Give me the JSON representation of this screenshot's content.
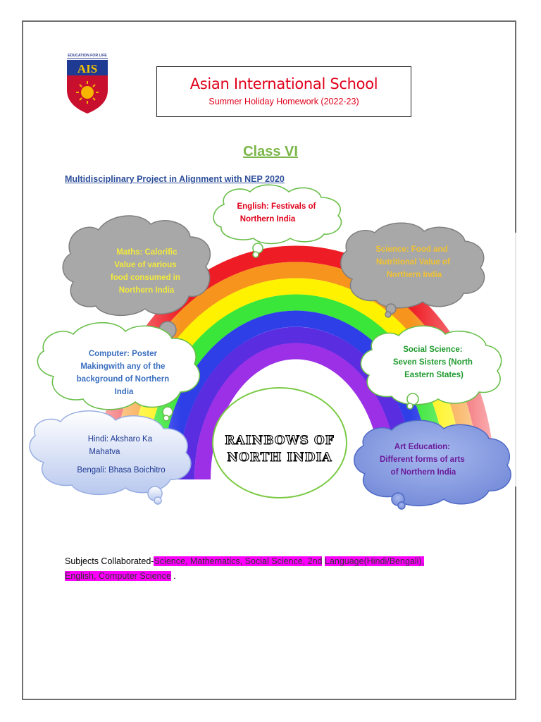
{
  "header": {
    "logo_tagline": "EDUCATION FOR LIFE",
    "logo_letters": "AIS",
    "school_name": "Asian International School",
    "subtitle": "Summer Holiday Homework (2022-23)"
  },
  "class_title": "Class VI",
  "project_title": "Multidisciplinary Project in Alignment with NEP 2020",
  "center_title": [
    "RAINBOWS OF",
    "NORTH INDIA"
  ],
  "bubbles": {
    "english": [
      "English: Festivals of",
      "Northern India"
    ],
    "maths": [
      "Maths: Calorific",
      "Value of various",
      "food consumed in",
      "Northern India"
    ],
    "science": [
      "Science: Food and",
      "Nutritional Value of",
      "Northern India"
    ],
    "computer": [
      "Computer: Poster",
      "Makingwith any of the",
      "background of Northern",
      "India"
    ],
    "social_science": [
      "Social Science:",
      "Seven Sisters (North",
      "Eastern States)"
    ],
    "hindi_bengali": [
      "Hindi: Aksharo Ka",
      "Mahatva",
      "Bengali: Bhasa Boichitro"
    ],
    "art": [
      "Art Education:",
      "Different forms of arts",
      "of Northern India"
    ]
  },
  "collaboration": {
    "label": "Subjects Collaborated-",
    "subjects_line1_a": "Science, Mathematics, Social Science, 2nd",
    "subjects_line1_b": "Language(Hindi/Bengali),",
    "subjects_line2": "English, Computer Science",
    "end": "."
  },
  "colors": {
    "school_red": "#e0001a",
    "class_green": "#7ab648",
    "project_blue": "#2e4f9b",
    "highlight": "#ff00ff"
  }
}
